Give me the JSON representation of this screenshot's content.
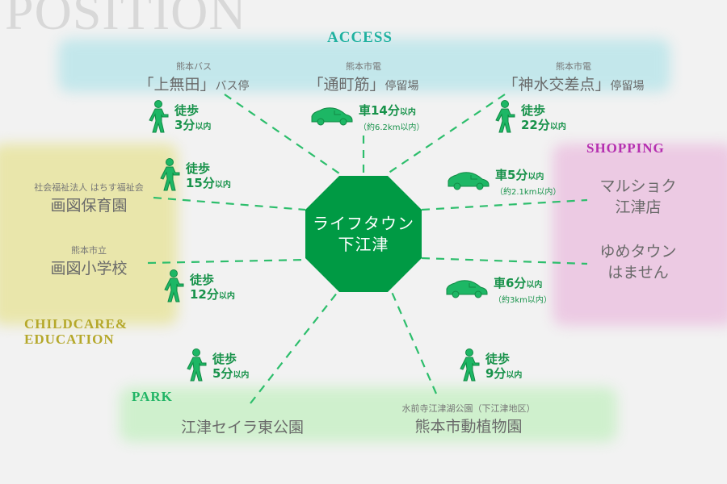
{
  "title": "POSITION",
  "center": {
    "line1": "ライフタウン",
    "line2": "下江津",
    "color": "#009a44"
  },
  "categories": {
    "access": "ACCESS",
    "shopping": "SHOPPING",
    "childcare1": "CHILDCARE&",
    "childcare2": "EDUCATION",
    "park": "PARK"
  },
  "colors": {
    "access": "#1fb1a0",
    "shopping": "#b52fb0",
    "childcare": "#b5a82a",
    "park": "#22b566",
    "line": "#2dbe6c"
  },
  "access": [
    {
      "sub": "熊本バス",
      "open": "「",
      "name": "上無田",
      "close": "」",
      "suffix": "バス停",
      "mode": "walk",
      "t1": "徒歩",
      "t2": "3分",
      "unit": "以内"
    },
    {
      "sub": "熊本市電",
      "open": "「",
      "name": "通町筋",
      "close": "」",
      "suffix": "停留場",
      "mode": "car",
      "t1": "車14分",
      "unit": "以内",
      "km": "（約6.2km以内）"
    },
    {
      "sub": "熊本市電",
      "open": "「",
      "name": "神水交差点",
      "close": "」",
      "suffix": "停留場",
      "mode": "walk",
      "t1": "徒歩",
      "t2": "22分",
      "unit": "以内"
    }
  ],
  "childcare": [
    {
      "sub": "社会福祉法人 はちす福祉会",
      "name": "画図保育園",
      "t1": "徒歩",
      "t2": "15分",
      "unit": "以内"
    },
    {
      "sub": "熊本市立",
      "name": "画図小学校",
      "t1": "徒歩",
      "t2": "12分",
      "unit": "以内"
    }
  ],
  "shopping": [
    {
      "name1": "マルショク",
      "name2": "江津店",
      "t1": "車5分",
      "unit": "以内",
      "km": "（約2.1km以内）"
    },
    {
      "name1": "ゆめタウン",
      "name2": "はません",
      "t1": "車6分",
      "unit": "以内",
      "km": "（約3km以内）"
    }
  ],
  "park": [
    {
      "name": "江津セイラ東公園",
      "t1": "徒歩",
      "t2": "5分",
      "unit": "以内"
    },
    {
      "sub": "水前寺江津湖公園（下江津地区）",
      "name": "熊本市動植物園",
      "t1": "徒歩",
      "t2": "9分",
      "unit": "以内"
    }
  ]
}
